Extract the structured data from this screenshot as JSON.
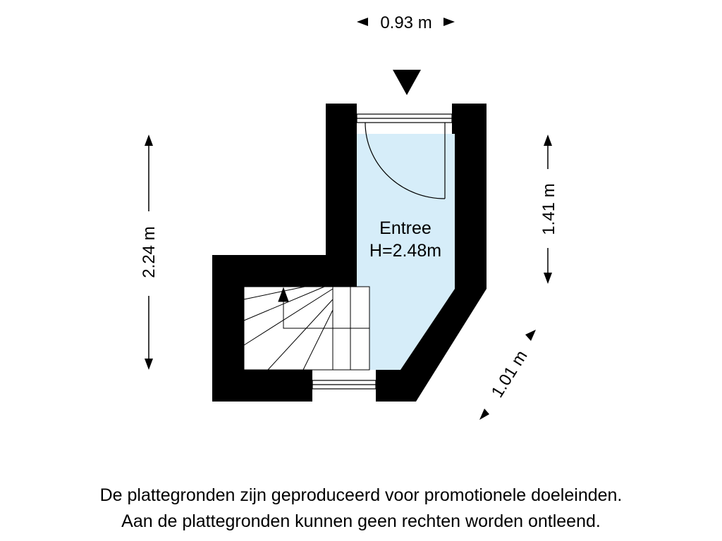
{
  "dimensions": {
    "top_width": "0.93 m",
    "left_height": "2.24 m",
    "right_height": "1.41 m",
    "diagonal": "1.01 m"
  },
  "room": {
    "name": "Entree",
    "height": "H=2.48m"
  },
  "disclaimer": {
    "line1": "De plattegronden zijn geproduceerd voor promotionele doeleinden.",
    "line2": "Aan de plattegronden kunnen geen rechten worden ontleend."
  },
  "colors": {
    "wall": "#000000",
    "room_fill": "#d6edf9",
    "background": "#ffffff"
  }
}
